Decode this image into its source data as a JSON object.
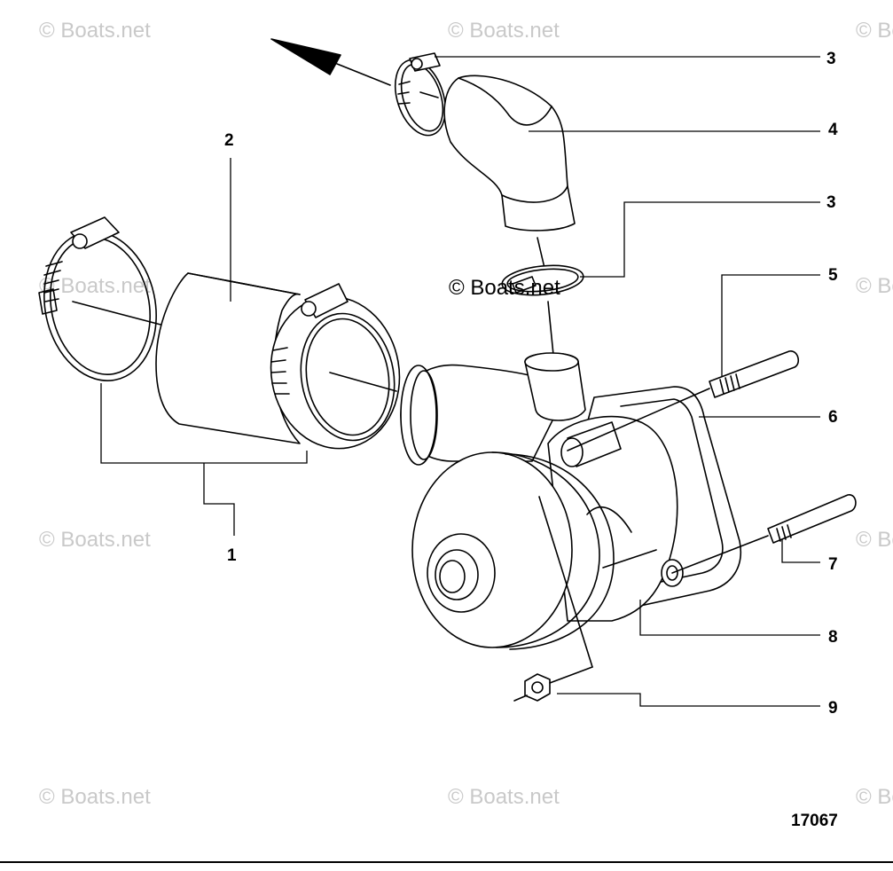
{
  "diagram": {
    "callouts": {
      "c1": "1",
      "c2": "2",
      "c3a": "3",
      "c3b": "3",
      "c4": "4",
      "c5": "5",
      "c6": "6",
      "c7": "7",
      "c8": "8",
      "c9": "9"
    },
    "figure_number": "17067",
    "watermark": "© Boats.net",
    "watermark_center": "© Boats.net"
  },
  "colors": {
    "line": "#000000",
    "watermark": "#c9c9c9",
    "background": "#ffffff"
  }
}
